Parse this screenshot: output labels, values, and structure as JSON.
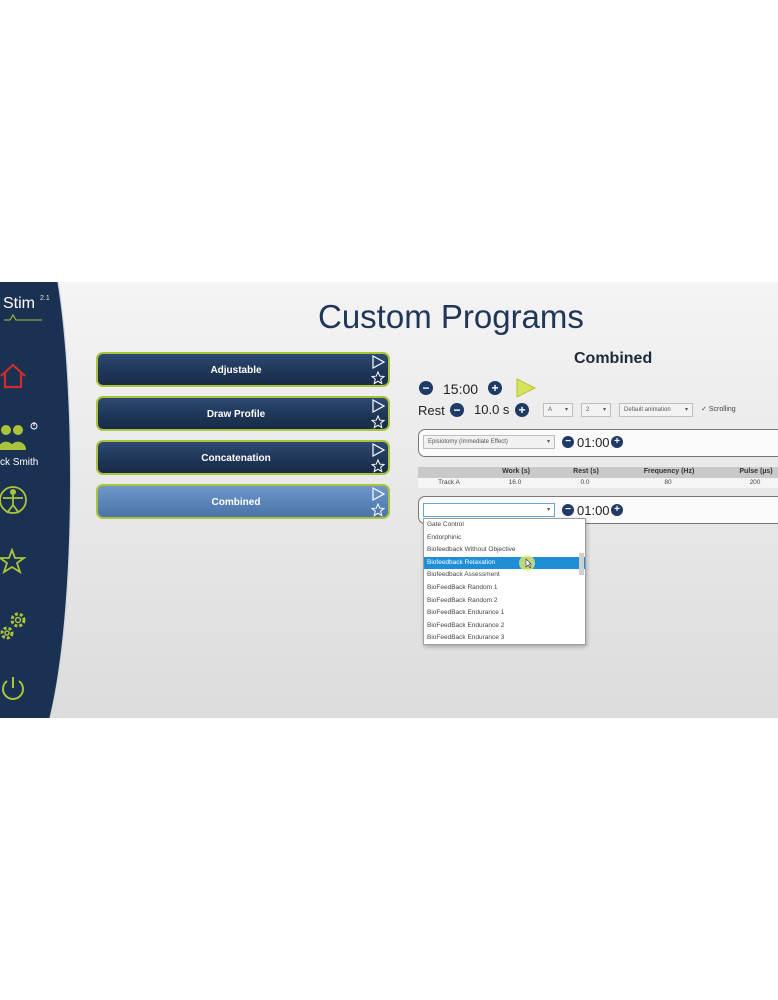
{
  "app": {
    "logo_text": "Stim",
    "version": "2.1",
    "page_title": "Custom Programs",
    "user_name": "ck Smith"
  },
  "colors": {
    "navy": "#1f3658",
    "accent_green": "#a9c43a",
    "active_blue": "#5a83b8",
    "highlight": "#1e8fd6",
    "icon_red": "#d22b2b"
  },
  "sidebar": {
    "icons": [
      "home-icon",
      "user-group-icon",
      "body-figure-icon",
      "star-icon",
      "gear-icon",
      "power-icon"
    ]
  },
  "programs": [
    {
      "label": "Adjustable",
      "active": false
    },
    {
      "label": "Draw Profile",
      "active": false
    },
    {
      "label": "Concatenation",
      "active": false
    },
    {
      "label": "Combined",
      "active": true
    }
  ],
  "panel": {
    "title": "Combined",
    "total_time": "15:00",
    "rest_label": "Rest",
    "rest_value": "10.0 s",
    "channel": "A",
    "count": "2",
    "animation": "Default animation",
    "scrolling_label": "Scrolling",
    "scrolling_checked": true,
    "track1": {
      "program": "Episiotomy (Immediate Effect)",
      "duration": "01:00"
    },
    "table": {
      "headers": [
        "",
        "Work (s)",
        "Rest (s)",
        "Frequency (Hz)",
        "Pulse (µs)"
      ],
      "rows": [
        [
          "Track A",
          "16.0",
          "0.0",
          "80",
          "200"
        ]
      ]
    },
    "track2": {
      "program": "",
      "duration": "01:00"
    },
    "dropdown_options": [
      "Gate Control",
      "Endorphinic",
      "Biofeedback Without Objective",
      "Biofeedback Relaxation",
      "Biofeedback Assessment",
      "BioFeedBack Random 1",
      "BioFeedBack Random 2",
      "BioFeedBack Endurance 1",
      "BioFeedBack Endurance 2",
      "BioFeedBack Endurance 3"
    ],
    "dropdown_selected_index": 3
  }
}
